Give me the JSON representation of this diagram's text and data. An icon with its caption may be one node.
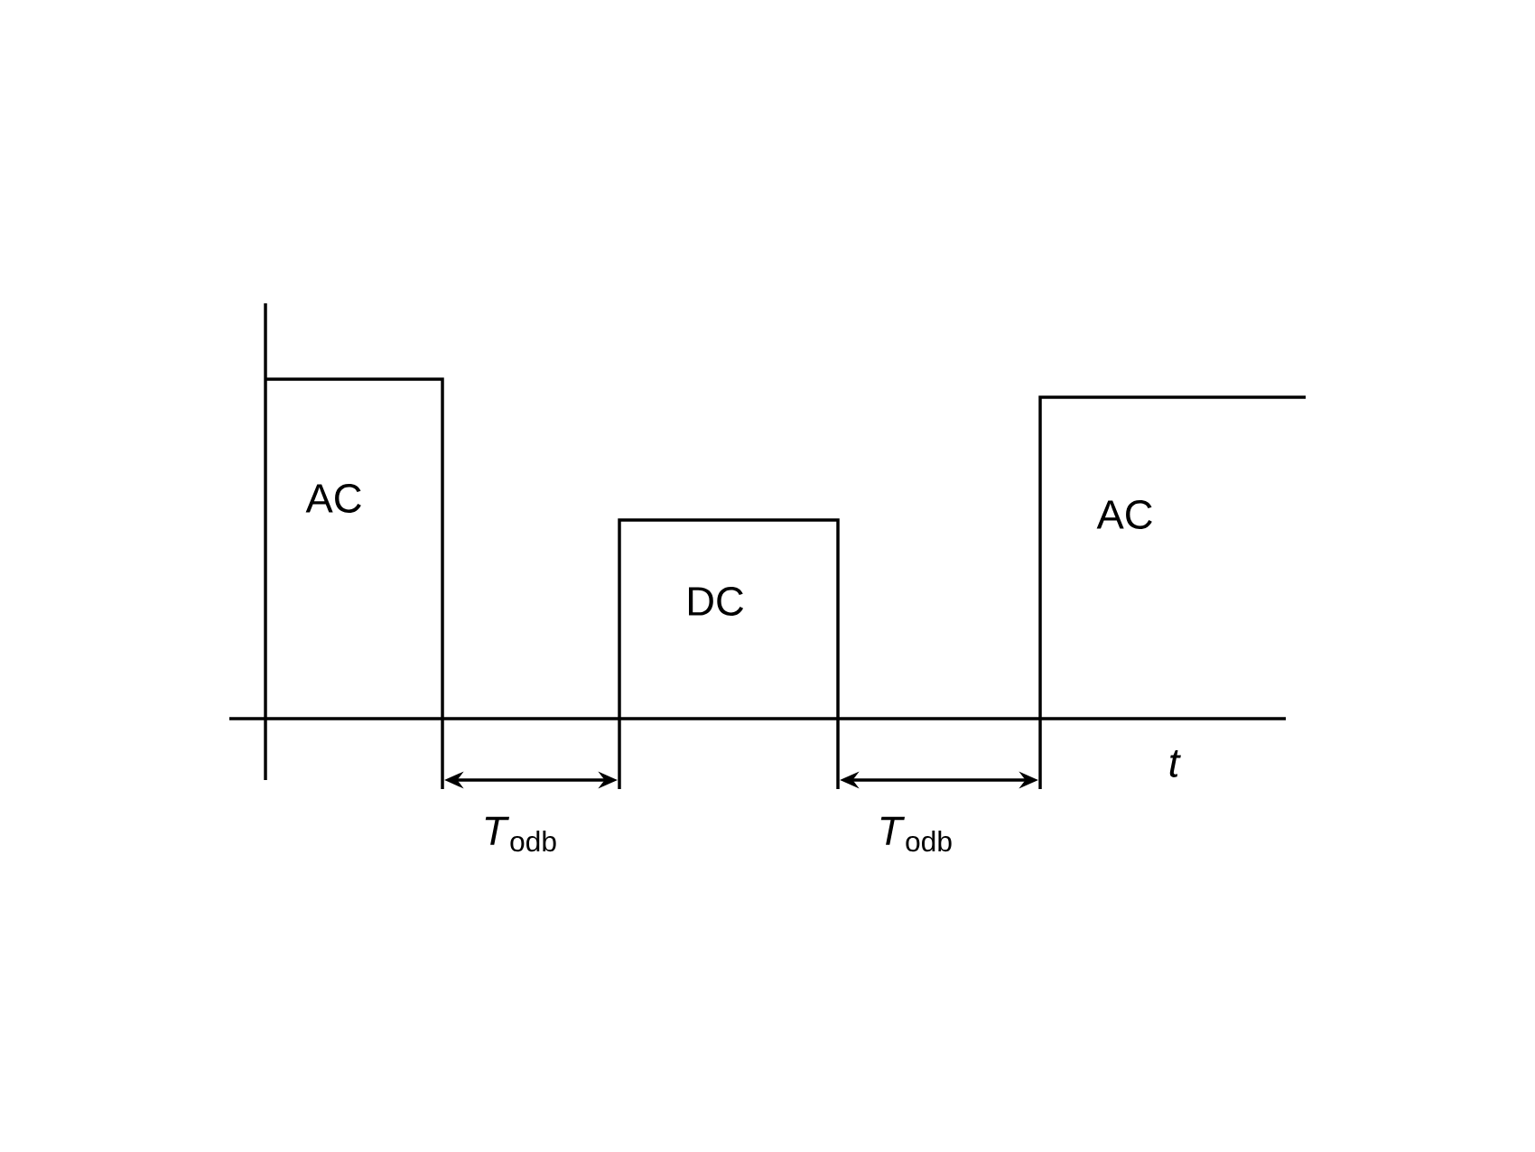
{
  "diagram": {
    "labels": [
      "AC",
      "DC",
      "AC",
      "t",
      "*T*$_{odb}$",
      "*T*$_{odb}$"
    ]
  }
}
